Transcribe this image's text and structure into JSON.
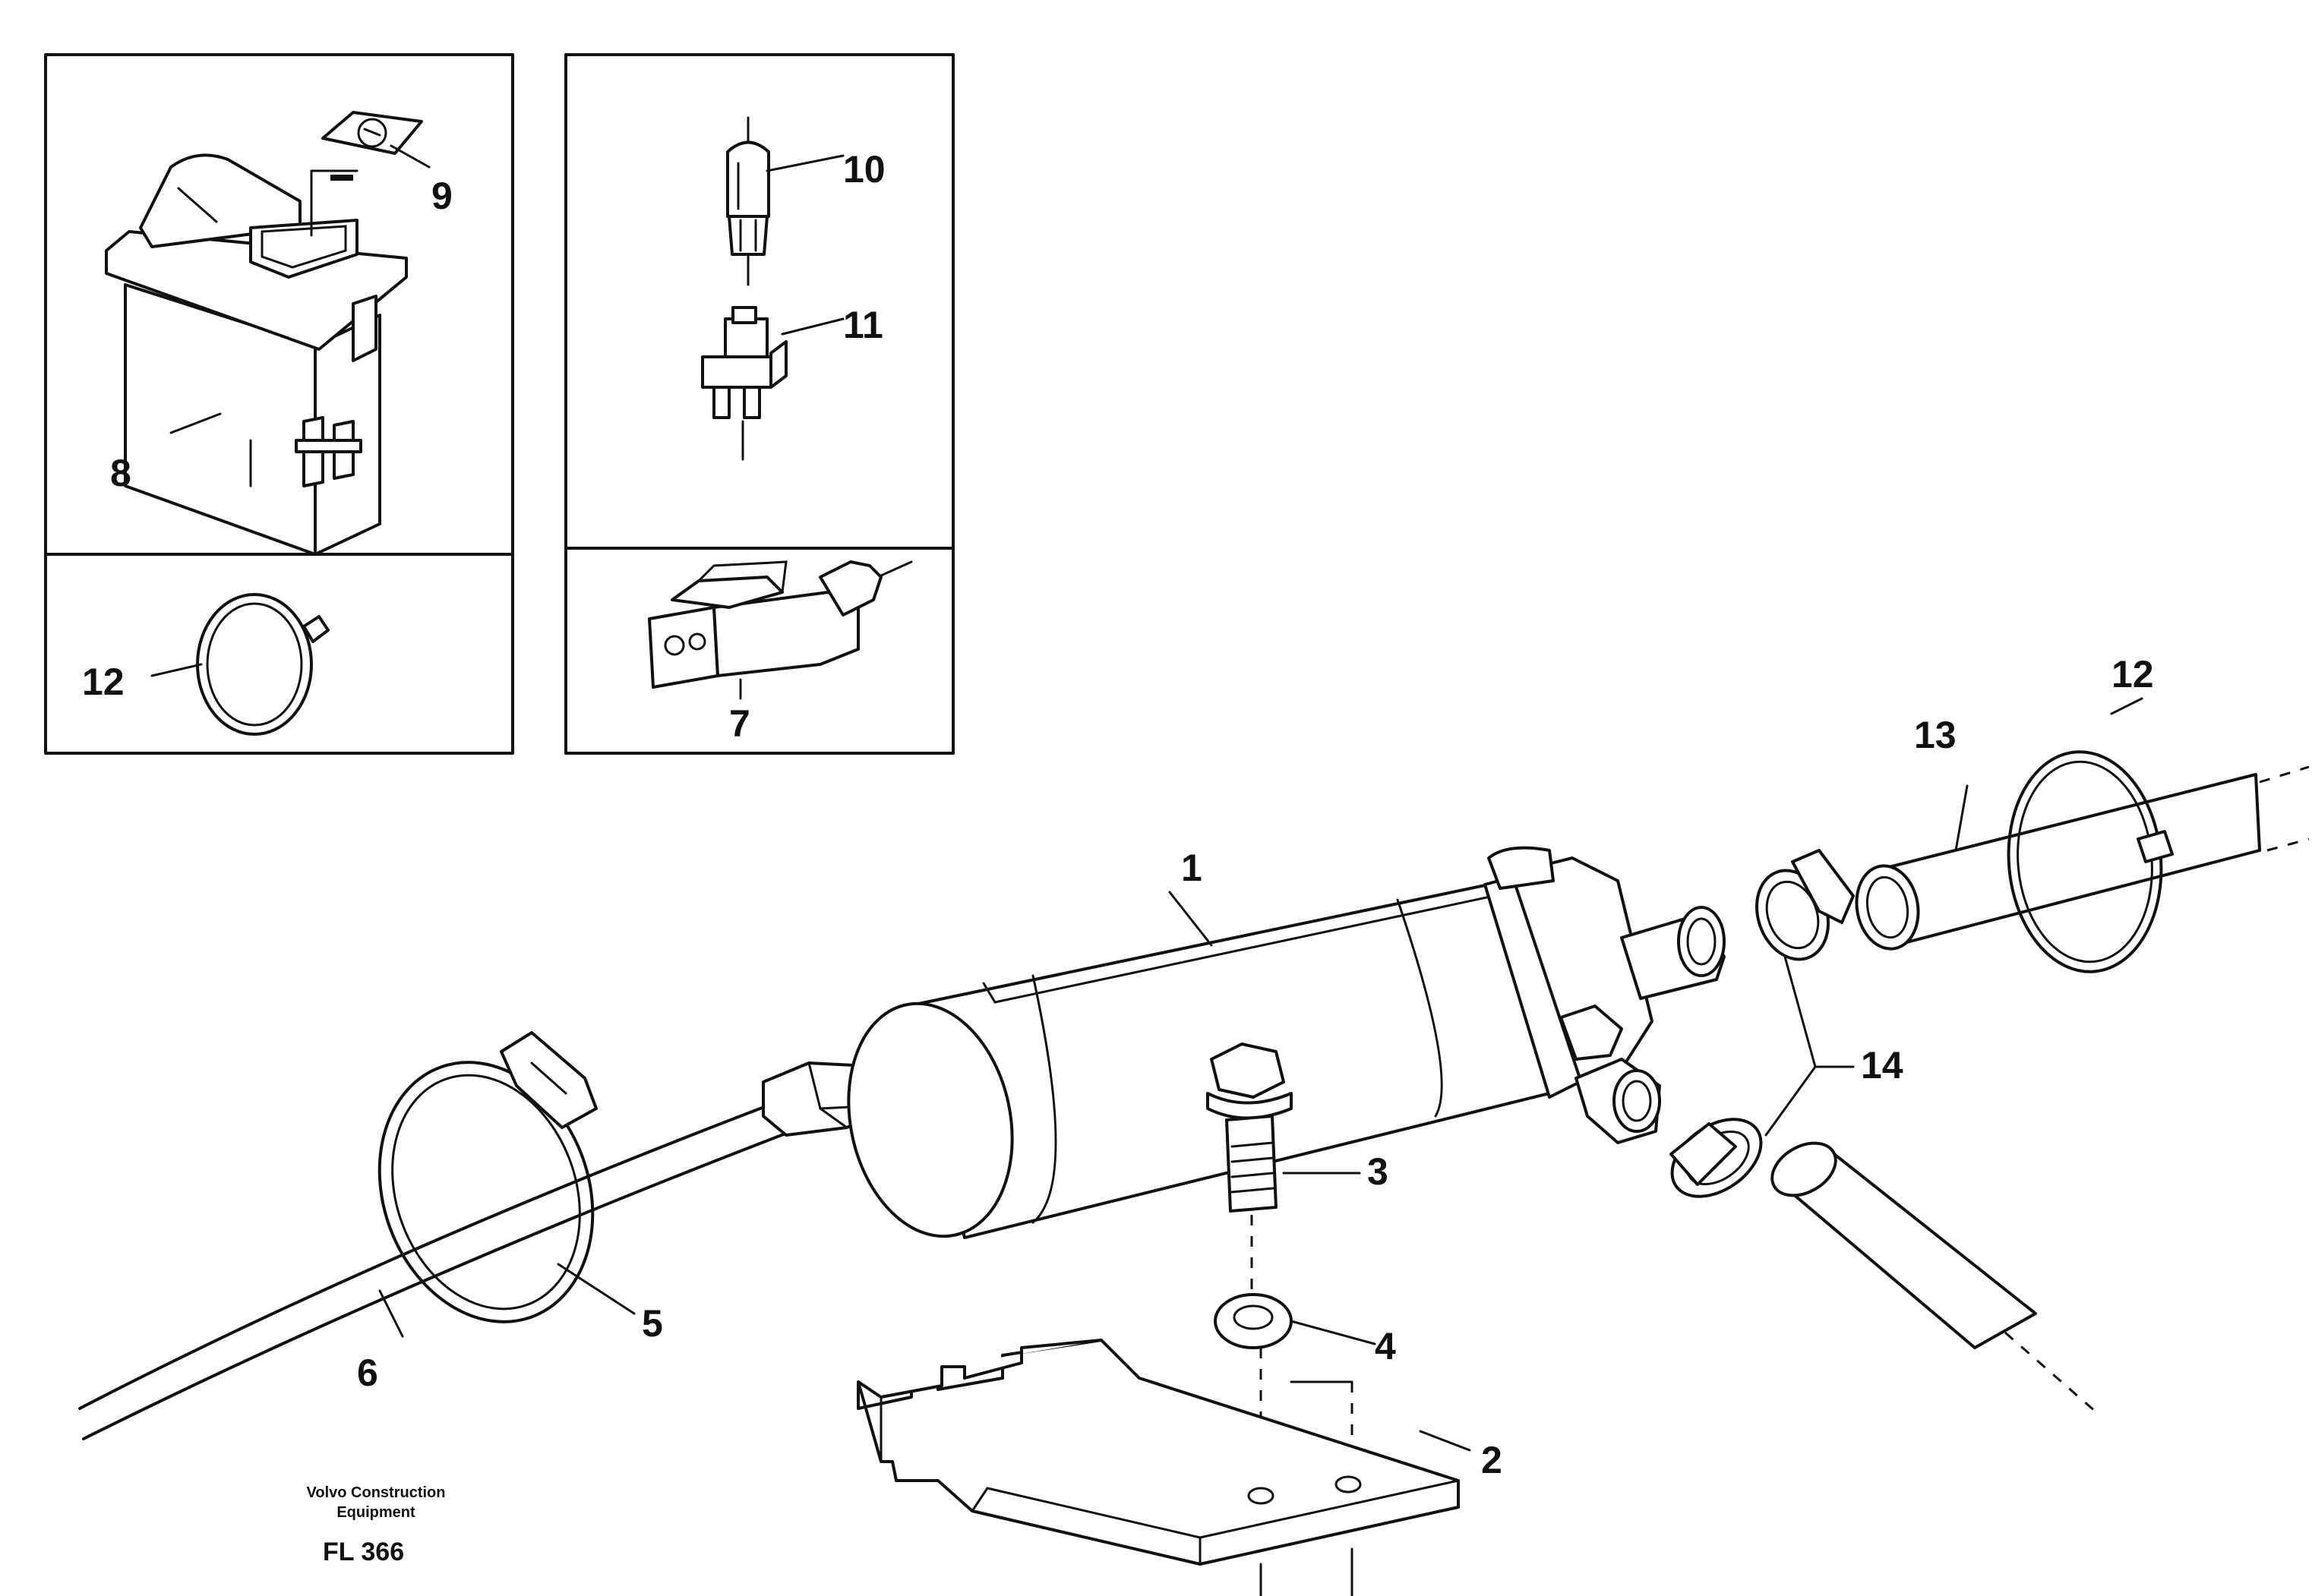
{
  "callouts": {
    "c1": "1",
    "c2": "2",
    "c3": "3",
    "c4": "4",
    "c5": "5",
    "c6": "6",
    "c7": "7",
    "c8": "8",
    "c9": "9",
    "c10": "10",
    "c11": "11",
    "c12_inset": "12",
    "c12_main": "12",
    "c13": "13",
    "c14": "14"
  },
  "footer": {
    "company_line1": "Volvo Construction",
    "company_line2": "Equipment",
    "drawing_code": "FL 366"
  }
}
